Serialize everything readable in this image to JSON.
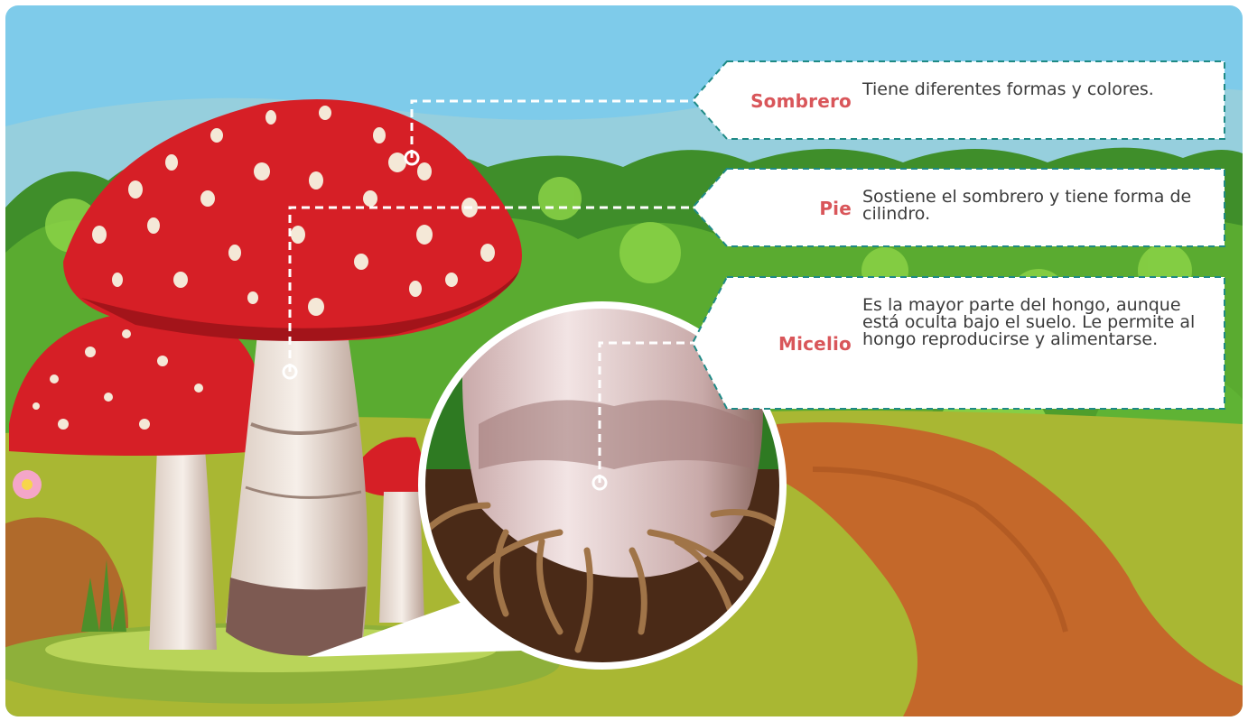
{
  "colors": {
    "sky": "#7ecbea",
    "term_color": "#d9565a",
    "callout_border": "#1f8a86",
    "mushroom_red": "#d61f26",
    "soil": "#4a2a17"
  },
  "labels": [
    {
      "term": "Sombrero",
      "description": "Tiene diferentes formas y colores."
    },
    {
      "term": "Pie",
      "description": "Sostiene el sombrero y tiene forma de cilindro."
    },
    {
      "term": "Micelio",
      "description": "Es la mayor parte del hongo, aunque está oculta bajo el suelo. Le permite al hongo reproducirse y alimentarse."
    }
  ]
}
